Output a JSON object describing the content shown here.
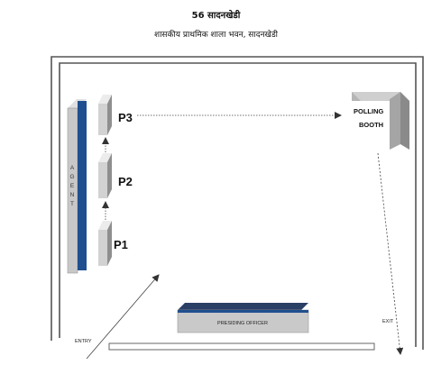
{
  "header": {
    "booth_title": "56 सादनखेडी",
    "venue": "शासकीय प्राथमिक शाला भवन, सादनखेडी"
  },
  "agent": {
    "letters": [
      "A",
      "G",
      "E",
      "N",
      "T"
    ]
  },
  "officers": {
    "p1": "P1",
    "p2": "P2",
    "p3": "P3"
  },
  "polling_booth": {
    "line1": "POLLING",
    "line2": "BOOTH"
  },
  "presiding_officer": {
    "label": "PRESIDING OFFICER"
  },
  "doors": {
    "entry": "ENTRY",
    "exit": "EXIT"
  },
  "colors": {
    "accent_blue": "#1f4f8f",
    "block_grey": "#c9c9c9",
    "block_dark": "#8c8c8c"
  }
}
